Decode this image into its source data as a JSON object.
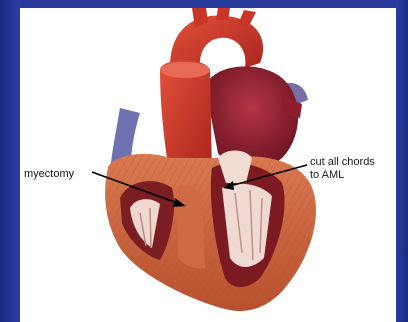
{
  "annotations": {
    "myectomy": "myectomy",
    "chords_line1": "cut all chords",
    "chords_line2": "to AML"
  },
  "colors": {
    "background": "#2a3a9a",
    "panel": "#ffffff",
    "myocardium": "#c8603e",
    "aorta": "#d23a2a",
    "atrium": "#8a1e2a",
    "vein": "#6a6aa6"
  }
}
